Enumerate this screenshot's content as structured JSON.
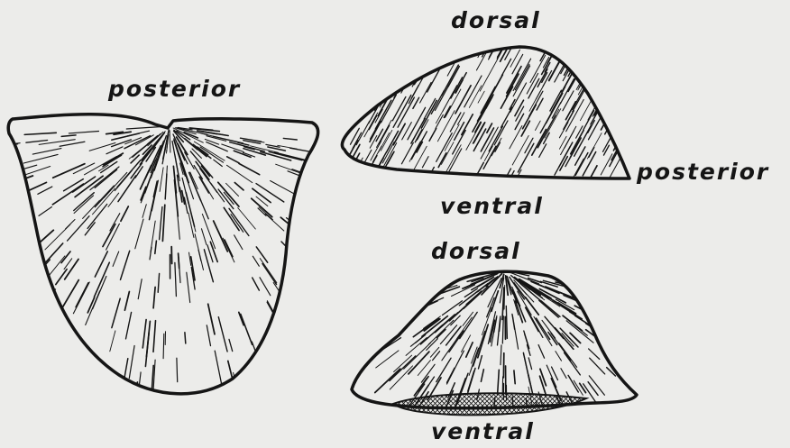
{
  "figure": {
    "background": "#ececea",
    "ink": "#151515",
    "hatch_fill": "#6a6a6a"
  },
  "views": {
    "top_view": {
      "label_top": "posterior"
    },
    "lateral_view": {
      "label_top": "dorsal",
      "label_right": "posterior",
      "label_bottom": "ventral"
    },
    "posterior_view": {
      "label_top": "dorsal",
      "label_bottom": "ventral"
    }
  }
}
